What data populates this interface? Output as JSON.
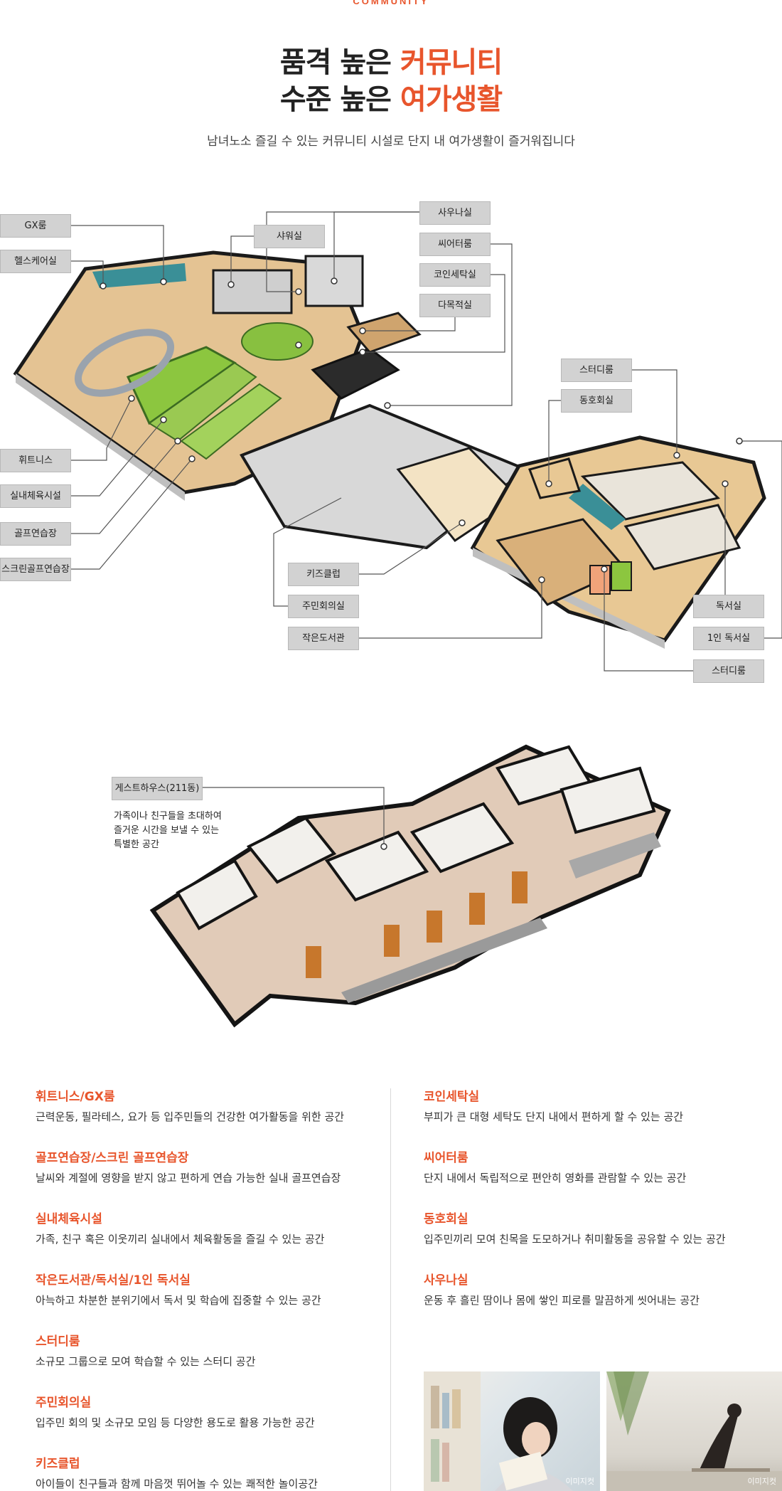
{
  "header": {
    "eyebrow": "COMMUNITY",
    "line1_prefix": "품격 높은 ",
    "line1_accent": "커뮤니티",
    "line2_prefix": "수준 높은 ",
    "line2_accent": "여가생활",
    "lead": "남녀노소 즐길 수 있는 커뮤니티 시설로 단지 내 여가생활이 즐거워집니다"
  },
  "plan_labels": {
    "gx": "GX룸",
    "health_care": "헬스케어실",
    "fitness": "휘트니스",
    "indoor_sports": "실내체육시설",
    "golf": "골프연습장",
    "screen_golf": "스크린골프연습장",
    "shower": "샤워실",
    "sauna": "사우나실",
    "theater": "씨어터룸",
    "coin_laundry": "코인세탁실",
    "multipurpose": "다목적실",
    "study_top": "스터디룸",
    "club": "동호회실",
    "kids": "키즈클럽",
    "residents": "주민회의실",
    "library": "작은도서관",
    "reading": "독서실",
    "single_reading": "1인 독서실",
    "study_bottom": "스터디룸"
  },
  "guest": {
    "label": "게스트하우스(211동)",
    "desc1": "가족이나 친구들을 초대하여",
    "desc2": "즐거운 시간을 보낼 수 있는",
    "desc3": "특별한 공간"
  },
  "features_left": [
    {
      "title": "휘트니스/GX룸",
      "desc": "근력운동, 필라테스, 요가 등 입주민들의 건강한 여가활동을 위한 공간"
    },
    {
      "title": "골프연습장/스크린 골프연습장",
      "desc": "날씨와 계절에 영향을 받지 않고 편하게 연습 가능한 실내 골프연습장"
    },
    {
      "title": "실내체육시설",
      "desc": "가족, 친구 혹은 이웃끼리 실내에서 체육활동을 즐길 수 있는 공간"
    },
    {
      "title": "작은도서관/독서실/1인 독서실",
      "desc": "아늑하고 차분한 분위기에서 독서 및 학습에 집중할 수 있는 공간"
    },
    {
      "title": "스터디룸",
      "desc": "소규모 그룹으로 모여 학습할 수 있는 스터디 공간"
    },
    {
      "title": "주민회의실",
      "desc": "입주민 회의 및 소규모 모임 등 다양한 용도로 활용 가능한 공간"
    },
    {
      "title": "키즈클럽",
      "desc": "아이들이 친구들과 함께 마음껏 뛰어놀 수 있는 쾌적한 놀이공간"
    }
  ],
  "features_right": [
    {
      "title": "코인세탁실",
      "desc": "부피가 큰 대형 세탁도 단지 내에서 편하게 할 수 있는 공간"
    },
    {
      "title": "씨어터룸",
      "desc": "단지 내에서 독립적으로 편안히 영화를 관람할 수 있는 공간"
    },
    {
      "title": "동호회실",
      "desc": "입주민끼리 모여 친목을 도모하거나 취미활동을 공유할 수 있는 공간"
    },
    {
      "title": "사우나실",
      "desc": "운동 후 흘린 땀이나 몸에 쌓인 피로를 말끔하게 씻어내는 공간"
    }
  ],
  "photos": {
    "caption1": "이미지컷",
    "caption2": "이미지컷"
  },
  "colors": {
    "accent": "#e8552c",
    "callout_bg": "#d2d2d2",
    "wall": "#1a1a1a",
    "wood": "#e3c08e",
    "turf": "#8cc63f",
    "teal": "#3a8f97"
  }
}
